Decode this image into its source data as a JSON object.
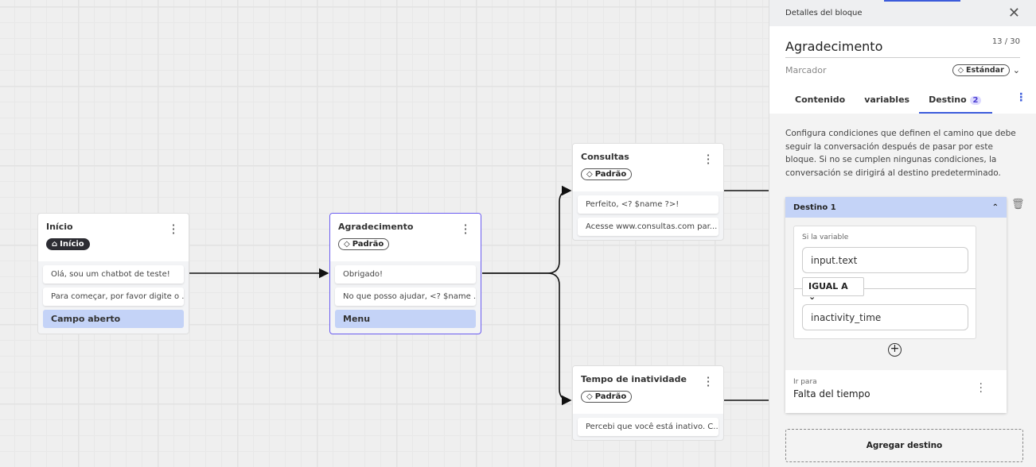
{
  "colors": {
    "accent": "#3b5bdb",
    "selected_border": "#6a5cf0",
    "option_bg": "#c4d3f7"
  },
  "nodes": {
    "inicio": {
      "title": "Início",
      "tag": "Início",
      "tag_icon": "home-icon",
      "messages": [
        "Olá, sou um chatbot de teste!",
        "Para começar, por favor digite o ..."
      ],
      "option": "Campo aberto"
    },
    "agradecimento": {
      "title": "Agradecimento",
      "tag": "Padrão",
      "tag_icon": "tag-icon",
      "messages": [
        "Obrigado!",
        "No que posso ajudar, <? $name ..."
      ],
      "option": "Menu"
    },
    "consultas": {
      "title": "Consultas",
      "tag": "Padrão",
      "tag_icon": "tag-icon",
      "messages": [
        "Perfeito, <? $name ?>!",
        "Acesse www.consultas.com par..."
      ]
    },
    "tempo": {
      "title": "Tempo de inatividade",
      "tag": "Padrão",
      "tag_icon": "tag-icon",
      "messages": [
        "Percebi que você está inativo. C..."
      ]
    }
  },
  "panel": {
    "header": "Detalles del bloque",
    "close_icon": "close-icon",
    "name": "Agradecimento",
    "char_count": "13 / 30",
    "marker_label": "Marcador",
    "marker_value": "Estándar",
    "tabs": [
      {
        "label": "Contenido"
      },
      {
        "label": "variables"
      },
      {
        "label": "Destino",
        "badge": "2"
      }
    ],
    "description": "Configura condiciones que definen el camino que debe seguir la conversación después de pasar por este bloque. Si no se cumplen ningunas condiciones, la conversación se dirigirá al destino predeterminado.",
    "destino": {
      "title": "Destino 1",
      "condition_label": "Si la variable",
      "variable": "input.text",
      "operator": "IGUAL A",
      "value": "inactivity_time",
      "goto_label": "Ir para",
      "goto_value": "Falta del tiempo"
    },
    "add_button": "Agregar destino"
  }
}
